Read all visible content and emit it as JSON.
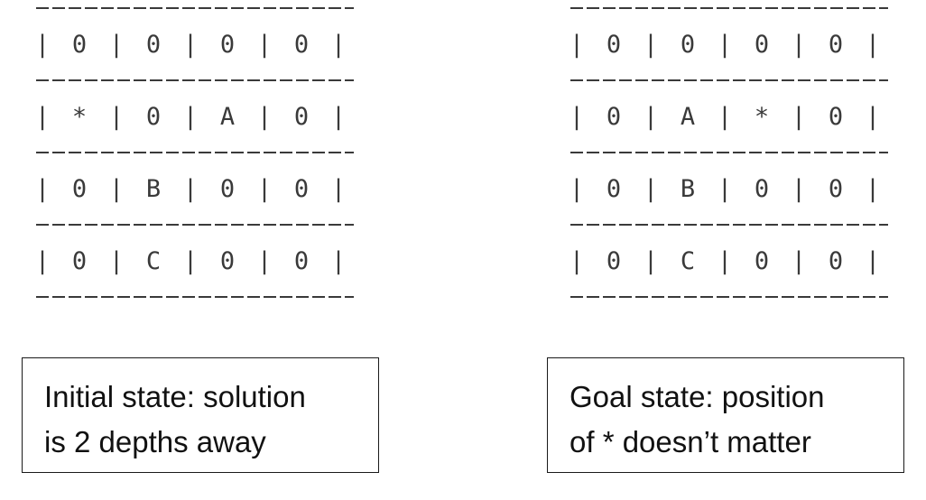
{
  "initial_state": {
    "grid": [
      [
        "0",
        "0",
        "0",
        "0"
      ],
      [
        "*",
        "0",
        "A",
        "0"
      ],
      [
        "0",
        "B",
        "0",
        "0"
      ],
      [
        "0",
        "C",
        "0",
        "0"
      ]
    ],
    "caption": [
      "Initial state: solution",
      "is 2 depths away"
    ]
  },
  "goal_state": {
    "grid": [
      [
        "0",
        "0",
        "0",
        "0"
      ],
      [
        "0",
        "A",
        "*",
        "0"
      ],
      [
        "0",
        "B",
        "0",
        "0"
      ],
      [
        "0",
        "C",
        "0",
        "0"
      ]
    ],
    "caption": [
      "Goal state: position",
      "of * doesn’t matter"
    ]
  },
  "separator_glyph": "|"
}
